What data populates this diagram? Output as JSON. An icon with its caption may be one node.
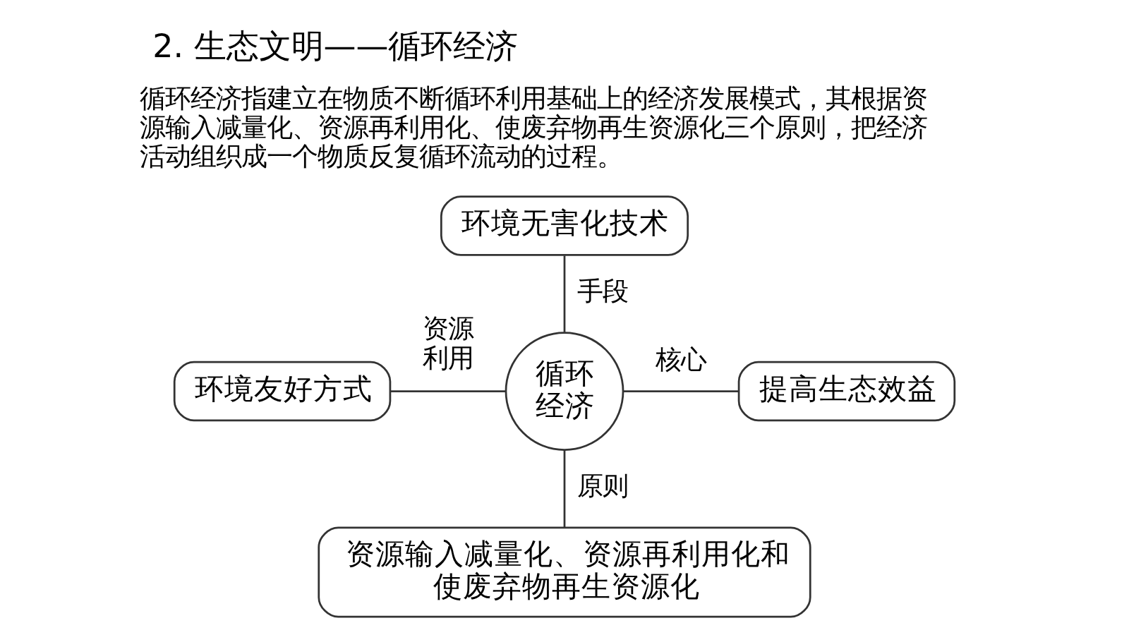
{
  "diagram": {
    "title": "2. 生态文明——循环经济",
    "nodes": [
      {
        "text": [
          "环境无害化技术"
        ]
      },
      {
        "text": [
          "环境友好方式"
        ]
      },
      {
        "text": [
          "循环经济"
        ]
      },
      {
        "text": [
          "提高生态效益"
        ]
      },
      {
        "text": [
          "资源输入减量化、资源再利用化和使废弃物再生资源化"
        ]
      }
    ],
    "edges": [
      {
        "from": 0,
        "to": 2,
        "arrow": "none",
        "label": "手段"
      },
      {
        "from": 1,
        "to": 2,
        "arrow": "none",
        "label": "资源利用"
      },
      {
        "from": 2,
        "to": 3,
        "arrow": "none",
        "label": "核心"
      },
      {
        "from": 2,
        "to": 4,
        "arrow": "none",
        "label": "原则"
      }
    ],
    "labels": [
      "循环经济指建立在物质不断循环利用基础上的经济发展模式，其根据资源输入减量化、资源再利用化、使废弃物再生资源化三个原则，把经济活动组织成一个物质反复循环流动的过程。"
    ]
  }
}
